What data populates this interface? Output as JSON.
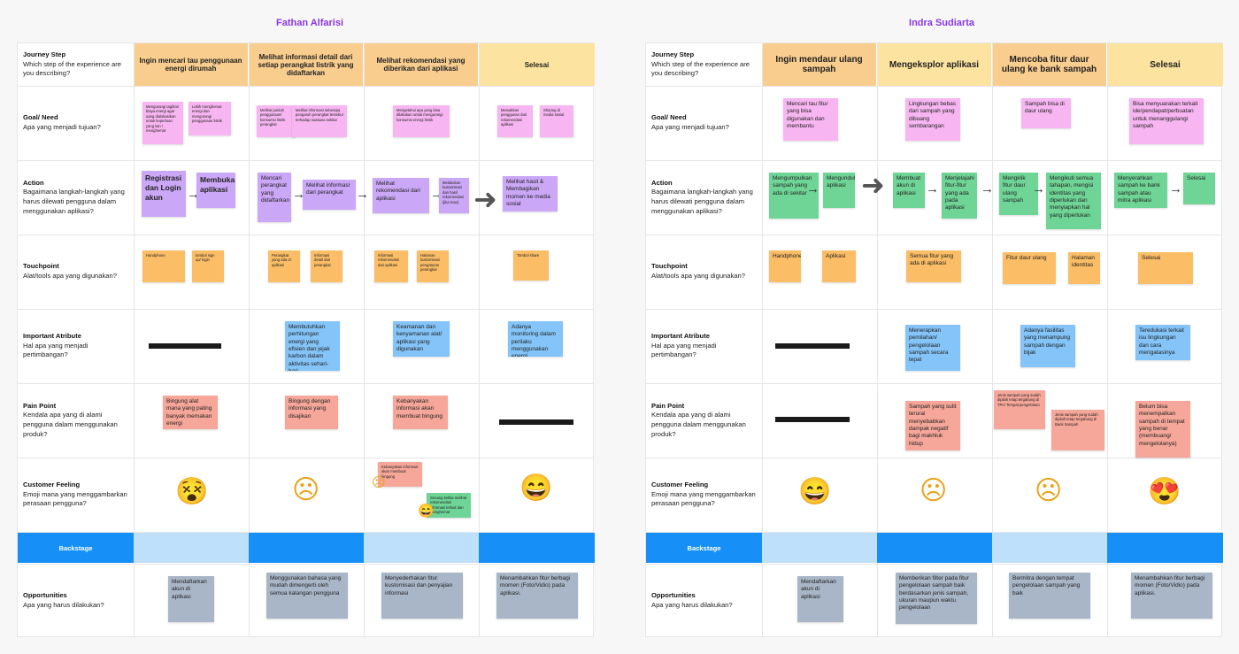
{
  "personas": {
    "left": "Fathan Alfarisi",
    "right": "Indra Sudiarta"
  },
  "rows": [
    {
      "title": "Journey Step",
      "desc": "Which step of the experience are you describing?"
    },
    {
      "title": "Goal/ Need",
      "desc": "Apa yang menjadi tujuan?"
    },
    {
      "title": "Action",
      "desc": "Bagaimana langkah-langkah yang harus dilewati pengguna dalam menggunakan aplikasi?"
    },
    {
      "title": "Touchpoint",
      "desc": "Alat/tools apa yang digunakan?"
    },
    {
      "title": "Important Atribute",
      "desc": "Hal apa yang menjadi pertimbangan?"
    },
    {
      "title": "Pain Point",
      "desc": "Kendala apa yang di alami pengguna dalam menggunakan produk?"
    },
    {
      "title": "Customer Feeling",
      "desc": "Emoji mana yang menggambarkan perasaan pengguna?"
    },
    {
      "title": "Backstage",
      "desc": ""
    },
    {
      "title": "Opportunities",
      "desc": "Apa yang harus dilakukan?"
    }
  ],
  "left": {
    "steps": [
      "Ingin mencari tau penggunaan energi dirumah",
      "Melihat informasi detail dari setiap perangkat listrik yang didaftarkan",
      "Melihat rekomendasi yang diberikan dari aplikasi",
      "Selesai"
    ],
    "goals": [
      "Mengurangi tagihan biaya energi agar uang dialokasikan untuk keperluan yang lain / menghemat",
      "Lebih menghemat energi dan mengurangi penggunaan listrik",
      "Melihat jumlah penggunaan/ konsumsi listrik perangkat",
      "Melihat informasi seberapa pengaruh perangkat tersebut terhadap suasana sekitar",
      "Mengetahui apa yang bisa dilakukan untuk mengurangi konsumsi energi listrik",
      "Menaikkan penggunan dari rekomendasi aplikasi",
      "Sharing di media sosial"
    ],
    "actions": [
      "Registrasi dan Login akun",
      "Membuka aplikasi",
      "Mencari perangkat yang didaftarkan",
      "Melihat informasi dari perangkat",
      "Melihat rekomendasi dari aplikasi",
      "Melakukan kustomisasi dari hasil rekomendasi (jika mau)",
      "Melihat hasil & Membagikan momen ke media sosial"
    ],
    "touchpoints": [
      "Handphone",
      "tombol sign up/ login",
      "Perangkat yang ada di aplikasi",
      "Informasi detail dari perangkat",
      "Informasi rekomendasi dari aplikasi",
      "Halaman kustomisasi pengaturan perangkat",
      "Tombol share"
    ],
    "attributes": [
      "Membutuhkan perhitungan energi yang efisien dan jejak karbon dalam aktivitas sehari-hari",
      "Keamanan dan kenyamanan alat/ aplikasi yang digunakan",
      "Adanya monitoring dalam perilaku menggunakan energi"
    ],
    "pains": [
      "Bingung alat mana yang paling banyak memakan energi",
      "Bingung dengan informasi yang disajikan",
      "Kebanyakan informasi akan membuat bingung"
    ],
    "feelingnotes": [
      "Kebanyakan informasi akan membuat bingung",
      "Senang ketika melihat rekomendasi informasi terkait dan menghemat"
    ],
    "opps": [
      "Mendaftarkan akun di aplikasi",
      "Menggunakan bahasa yang mudah dimengerti oleh semua kalangan pengguna",
      "Menyederhakan fitur kustomisasi dan penyajian informasi",
      "Menambahkan fitur berbagi momen (Foto/Vidio) pada aplikasi."
    ]
  },
  "right": {
    "steps": [
      "Ingin mendaur ulang sampah",
      "Mengeksplor aplikasi",
      "Mencoba fitur daur ulang ke bank sampah",
      "Selesai"
    ],
    "goals": [
      "Mencari tau fitur yang bisa digunakan dan membantu",
      "Lingkungan bebas dari sampah yang dibuang sembarangan",
      "Sampah bisa di daur ulang",
      "Bisa menyuarakan terkait ide/pendapat/perbuatan untuk menanggulangi sampah"
    ],
    "actions": [
      "Mengumpulkan sampah yang ada di sekitar",
      "Mengunduh aplikasi",
      "Membuat akun di aplikasi",
      "Menjelajahi fitur-fitur yang ada pada aplikasi",
      "Mengklik fitur daur ulang sampah",
      "Mengikuti semua tahapan, mengisi identitas yang diperlukan dan menyiapkan hal yang diperlukan",
      "Menyerahkan sampah ke bank sampah atau mitra aplikasi",
      "Selesai"
    ],
    "touchpoints": [
      "Handphone",
      "Aplikasi",
      "Semua fitur yang ada di aplikasi",
      "Fitur daur ulang",
      "Halaman identitas",
      "Selesai"
    ],
    "attributes": [
      "Menerapkan pemilahan/ pengelolaan sampah secara tepat",
      "Adanya fasilitas yang menampung sampah dengan bijak",
      "Teredukasi terkait isu lingkungan dan cara mengatasinya"
    ],
    "pains": [
      "Sampah yang sulit terurai menyebabkan dampak negatif bagi makhluk hidup",
      "Jenis sampah yang sudah dipilah tetap tergabung di TPA/ Tempat pengelolaan",
      "Jenis sampah yang sudah dipilah tetap tergabung di Bank Sampah",
      "Belum bisa menempatkan sampah di tempat yang benar (membuang/ mengelolanya)"
    ],
    "opps": [
      "Mendaftarkan akun di aplikasi",
      "Memberikan filter pada fitur pengelolaan sampah baik berdasarkan jenis sampah, ukuran maupun waktu pengelolaan",
      "Bermitra dengan tempat pengelolaan sampah yang baik",
      "Menambahkan fitur berbagi momen (Foto/Vidio) pada aplikasi."
    ]
  },
  "colors": {
    "accent": "#8a36e0",
    "stepOrange": "#f9cd8e",
    "stepYellow": "#fde3a0",
    "backstage": "#1690f6",
    "backstageLight": "#bfe0fb"
  },
  "icons": {
    "arrow": "→",
    "bigArrow": "➜",
    "face-dizzy": "😵",
    "face-frown": "☹",
    "face-grin": "😄",
    "face-love": "😍"
  }
}
